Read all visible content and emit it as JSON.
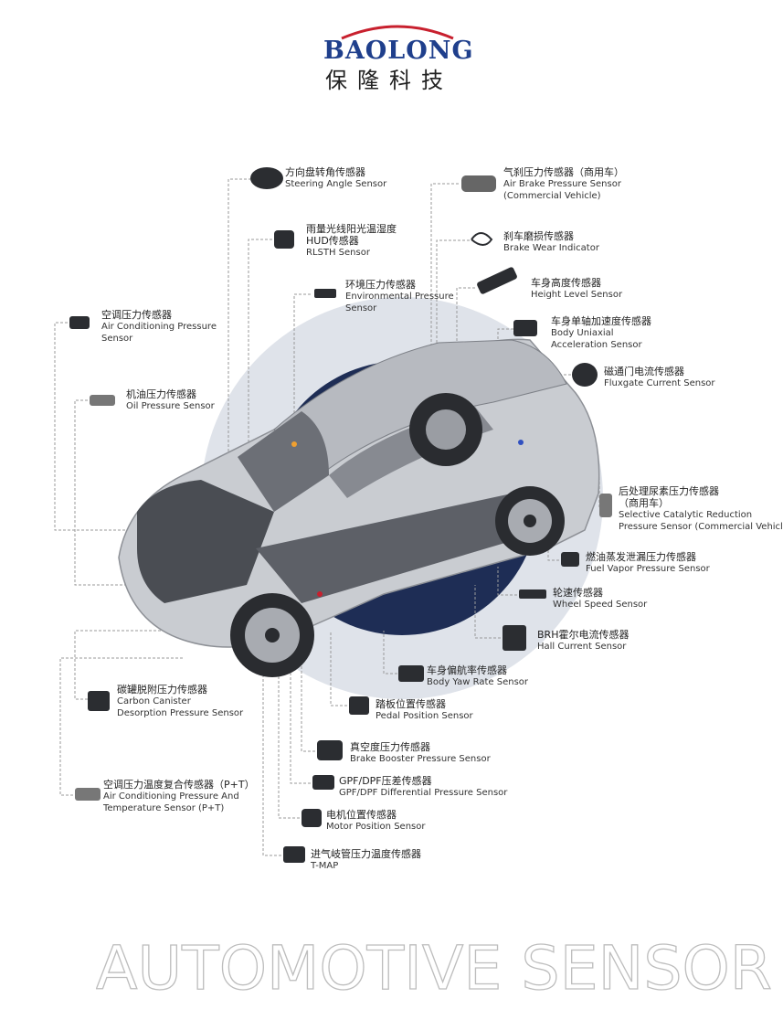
{
  "brand": {
    "en": "BAOLONG",
    "cn": "保隆科技"
  },
  "footer_title": "AUTOMOTIVE SENSOR",
  "colors": {
    "brand_blue": "#1f3f8c",
    "brand_red": "#c8202e",
    "circle_gray": "#dfe3ea",
    "circle_navy": "#1e2d55"
  },
  "sensors": [
    {
      "id": "steering",
      "cn": "方向盘转角传感器",
      "en": [
        "Steering Angle Sensor"
      ]
    },
    {
      "id": "rlsth",
      "cn": "雨量光线阳光温湿度",
      "en": [
        "HUD传感器",
        "RLSTH Sensor"
      ]
    },
    {
      "id": "environmental",
      "cn": "环境压力传感器",
      "en": [
        "Environmental Pressure",
        "Sensor"
      ]
    },
    {
      "id": "ac-pressure",
      "cn": "空调压力传感器",
      "en": [
        "Air Conditioning Pressure",
        "Sensor"
      ]
    },
    {
      "id": "oil-pressure",
      "cn": "机油压力传感器",
      "en": [
        "Oil Pressure Sensor"
      ]
    },
    {
      "id": "air-brake",
      "cn": "气刹压力传感器（商用车）",
      "en": [
        "Air Brake Pressure Sensor",
        "(Commercial Vehicle)"
      ]
    },
    {
      "id": "brake-wear",
      "cn": "刹车磨损传感器",
      "en": [
        "Brake Wear Indicator"
      ]
    },
    {
      "id": "height",
      "cn": "车身高度传感器",
      "en": [
        "Height Level Sensor"
      ]
    },
    {
      "id": "uniaxial",
      "cn": "车身单轴加速度传感器",
      "en": [
        "Body Uniaxial",
        "Acceleration Sensor"
      ]
    },
    {
      "id": "fluxgate",
      "cn": "磁通门电流传感器",
      "en": [
        "Fluxgate Current Sensor"
      ]
    },
    {
      "id": "scr",
      "cn": "后处理尿素压力传感器",
      "en": [
        "（商用车）",
        "Selective Catalytic Reduction",
        "Pressure Sensor (Commercial Vehicle)"
      ]
    },
    {
      "id": "fuel-vapor",
      "cn": "燃油蒸发泄漏压力传感器",
      "en": [
        "Fuel Vapor Pressure Sensor"
      ]
    },
    {
      "id": "wheel-speed",
      "cn": "轮速传感器",
      "en": [
        "Wheel Speed Sensor"
      ]
    },
    {
      "id": "hall",
      "cn": "BRH霍尔电流传感器",
      "en": [
        "Hall Current Sensor"
      ]
    },
    {
      "id": "yaw",
      "cn": "车身偏航率传感器",
      "en": [
        "Body Yaw Rate Sensor"
      ]
    },
    {
      "id": "canister",
      "cn": "碳罐脱附压力传感器",
      "en": [
        "Carbon Canister",
        "Desorption Pressure Sensor"
      ]
    },
    {
      "id": "pedal",
      "cn": "踏板位置传感器",
      "en": [
        "Pedal Position Sensor"
      ]
    },
    {
      "id": "booster",
      "cn": "真空度压力传感器",
      "en": [
        "Brake Booster Pressure Sensor"
      ]
    },
    {
      "id": "gpf",
      "cn": "GPF/DPF压差传感器",
      "en": [
        "GPF/DPF Differential Pressure Sensor"
      ]
    },
    {
      "id": "ac-pt",
      "cn": "空调压力温度复合传感器（P+T）",
      "en": [
        "Air Conditioning Pressure And",
        "Temperature  Sensor (P+T)"
      ]
    },
    {
      "id": "motor",
      "cn": "电机位置传感器",
      "en": [
        "Motor Position Sensor"
      ]
    },
    {
      "id": "tmap",
      "cn": "进气岐管压力温度传感器",
      "en": [
        "T-MAP"
      ]
    }
  ]
}
